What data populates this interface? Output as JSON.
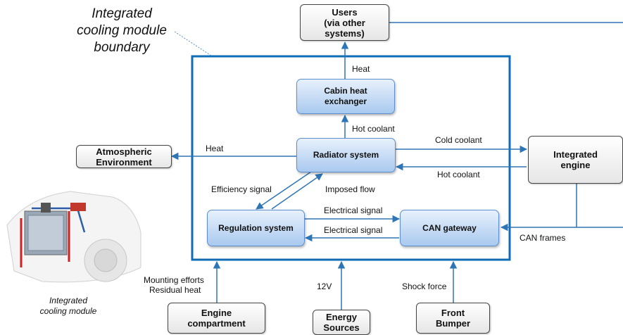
{
  "boundary_label": "Integrated\ncooling module\nboundary",
  "image_caption": "Integrated\ncooling module",
  "external": {
    "users": "Users\n(via other\nsystems)",
    "atmospheric": "Atmospheric\nEnvironment",
    "engine": "Integrated\nengine",
    "engine_compartment": "Engine\ncompartment",
    "energy": "Energy\nSources",
    "bumper": "Front\nBumper"
  },
  "internal": {
    "cabin": "Cabin heat\nexchanger",
    "radiator": "Radiator system",
    "regulation": "Regulation system",
    "can": "CAN gateway"
  },
  "flows": {
    "heat_to_users": "Heat",
    "hot_coolant_up": "Hot coolant",
    "heat_to_atmosphere": "Heat",
    "cold_coolant": "Cold coolant",
    "hot_coolant_back": "Hot coolant",
    "efficiency_signal": "Efficiency signal",
    "imposed_flow": "Imposed flow",
    "electrical_signal_1": "Electrical signal",
    "electrical_signal_2": "Electrical signal",
    "can_frames": "CAN frames",
    "mounting_efforts": "Mounting efforts",
    "residual_heat": "Residual heat",
    "v12": "12V",
    "shock_force": "Shock force"
  },
  "colors": {
    "boundary": "#0f6db5",
    "arrow": "#2e75b6",
    "internal_fill": "#a9c9ef"
  }
}
